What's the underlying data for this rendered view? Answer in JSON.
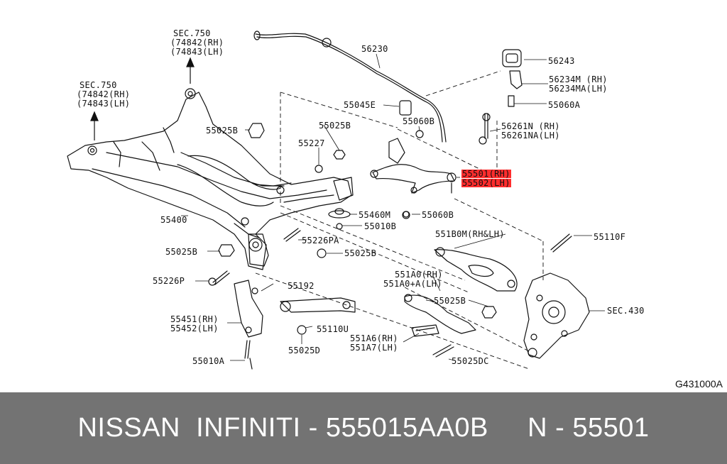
{
  "diagram_code": "G431000A",
  "banner": {
    "text": "NISSAN  INFINITI - 555015AA0B     N - 55501"
  },
  "labels": {
    "sec750_top": {
      "l1": "SEC.750",
      "l2": "(74842(RH)",
      "l3": "(74843(LH)"
    },
    "sec750_left": {
      "l1": "SEC.750",
      "l2": "(74842(RH)",
      "l3": "(74843(LH)"
    },
    "p56230": "56230",
    "p56243": "56243",
    "p56234": {
      "l1": "56234M (RH)",
      "l2": "56234MA(LH)"
    },
    "p55060A": "55060A",
    "p55045E": "55045E",
    "p55060B_top": "55060B",
    "p56261": {
      "l1": "56261N (RH)",
      "l2": "56261NA(LH)"
    },
    "p55025B_1": "55025B",
    "p55025B_2": "55025B",
    "p55227": "55227",
    "p55501": {
      "l1": "55501(RH)",
      "l2": "55502(LH)"
    },
    "p55460M": "55460M",
    "p55060B_2": "55060B",
    "p55010B": "55010B",
    "p55400": "55400",
    "p551B0M": "551B0M(RH&LH)",
    "p55110F": "55110F",
    "p55025B_3": "55025B",
    "p55226PA": "55226PA",
    "p55025B_4": "55025B",
    "p551A0": {
      "l1": "551A0(RH)",
      "l2": "551A0+A(LH)"
    },
    "p55226P": "55226P",
    "p55192": "55192",
    "p55025B_5": "55025B",
    "sec430": "SEC.430",
    "p55451": {
      "l1": "55451(RH)",
      "l2": "55452(LH)"
    },
    "p55110U": "55110U",
    "p551A6": {
      "l1": "551A6(RH)",
      "l2": "551A7(LH)"
    },
    "p55025D": "55025D",
    "p55025DC": "55025DC",
    "p55010A": "55010A"
  },
  "highlight_color": "#ff2d2d",
  "banner_color": "#737373"
}
